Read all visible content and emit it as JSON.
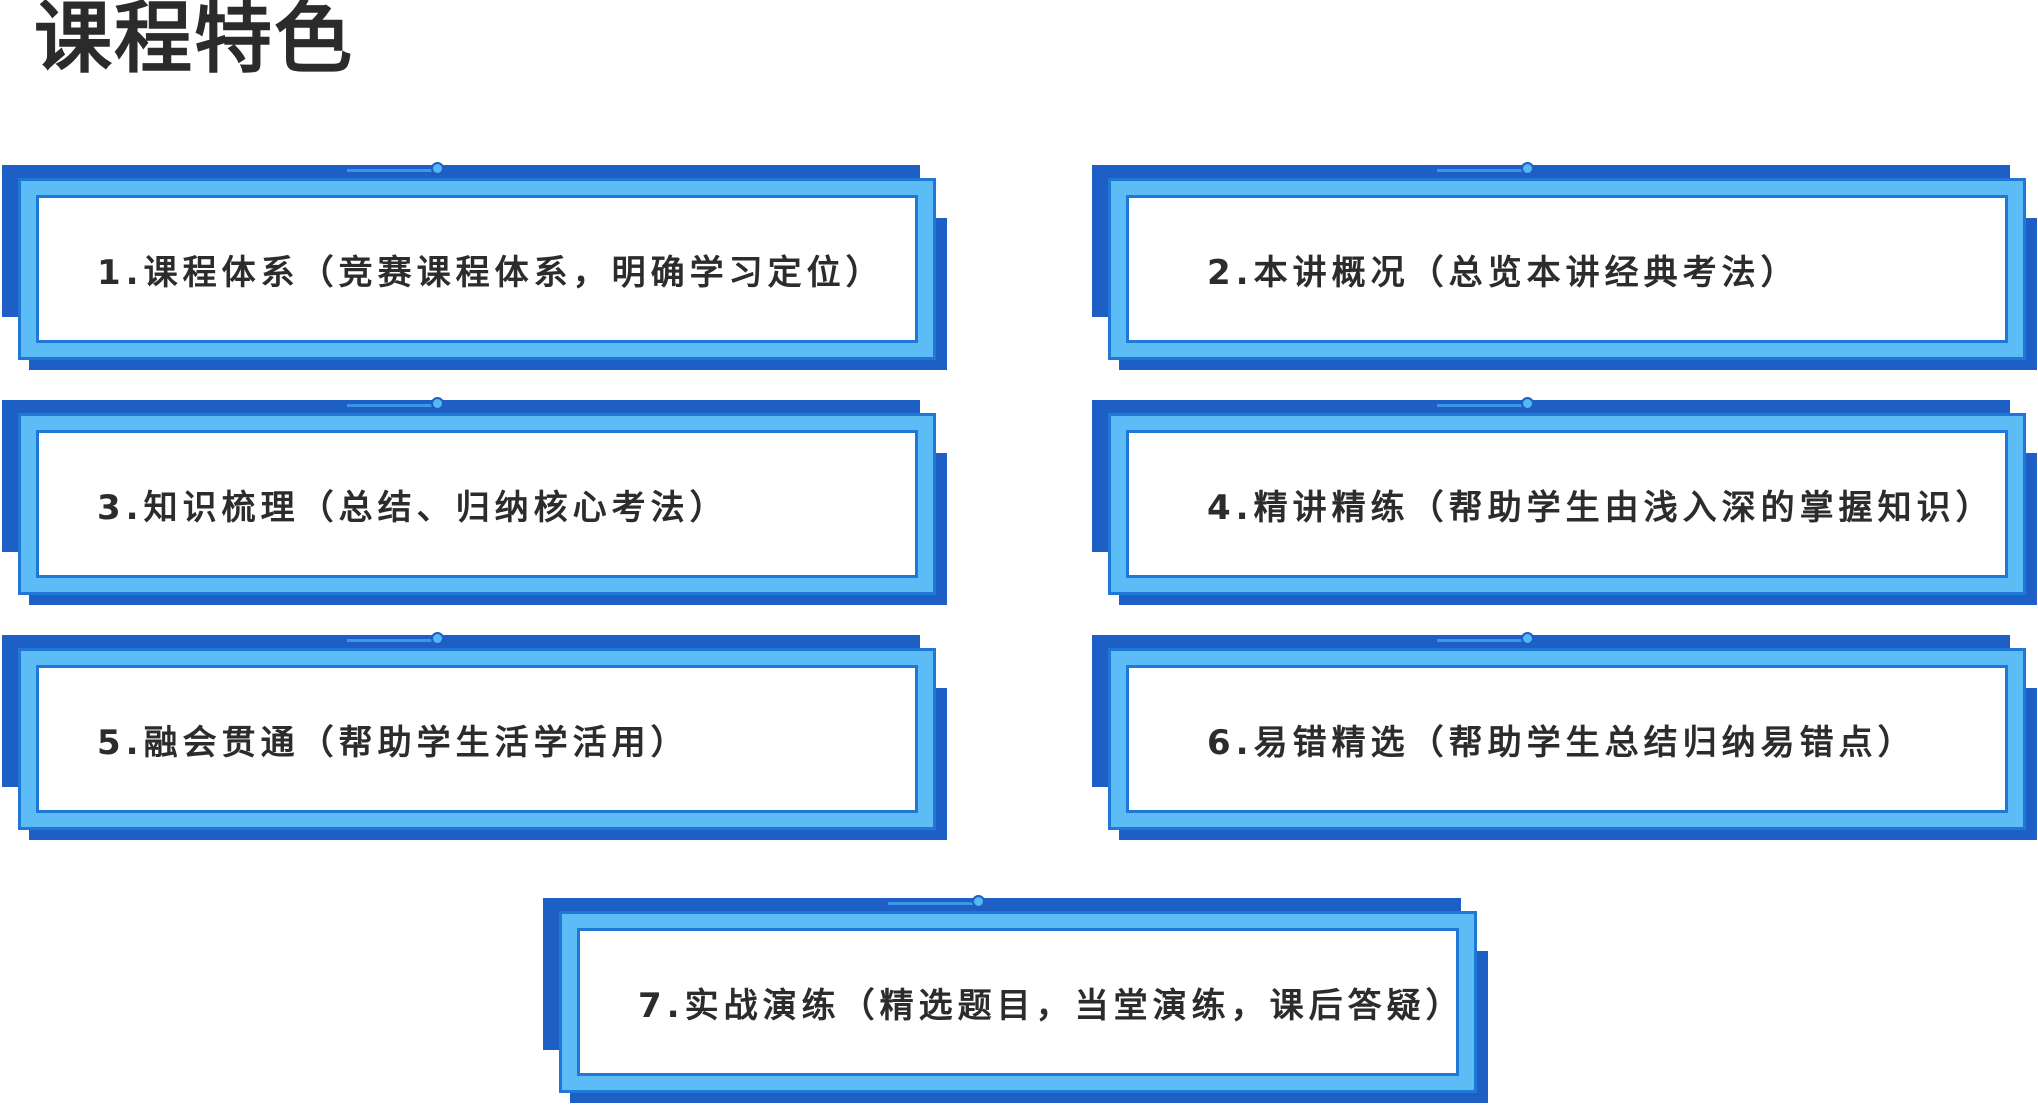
{
  "page": {
    "title": "课程特色"
  },
  "features": [
    {
      "label": "1.课程体系（竞赛课程体系，明确学习定位）"
    },
    {
      "label": "2.本讲概况（总览本讲经典考法）"
    },
    {
      "label": "3.知识梳理（总结、归纳核心考法）"
    },
    {
      "label": "4.精讲精练（帮助学生由浅入深的掌握知识）"
    },
    {
      "label": "5.融会贯通（帮助学生活学活用）"
    },
    {
      "label": "6.易错精选（帮助学生总结归纳易错点）"
    },
    {
      "label": "7.实战演练（精选题目，当堂演练，课后答疑）"
    }
  ],
  "colors": {
    "dark_blue": "#1d5fc4",
    "light_blue": "#5bbcf6",
    "border_blue": "#1f78d6",
    "text": "#2c2c2c"
  }
}
